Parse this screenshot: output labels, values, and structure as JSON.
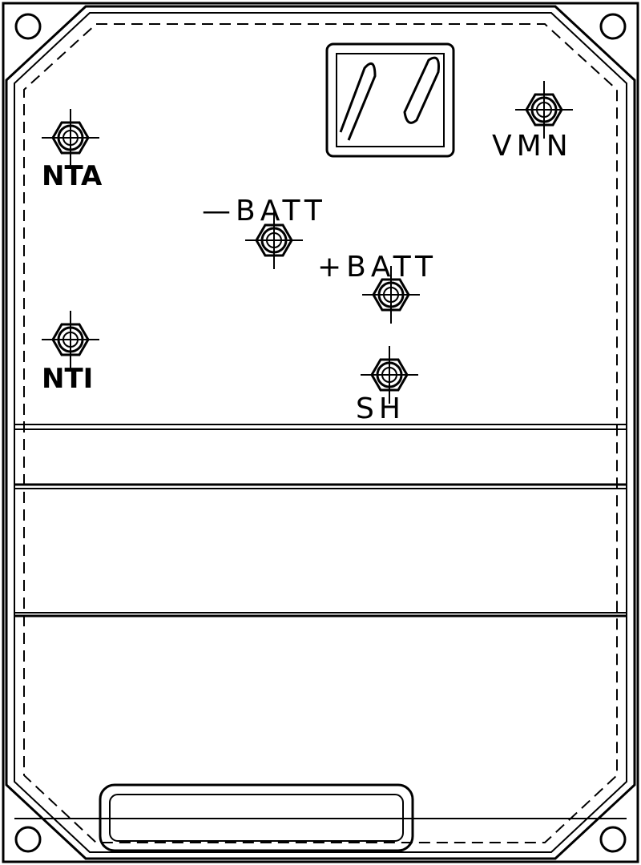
{
  "terminals": [
    {
      "id": "nta",
      "label": "NTA",
      "style": "bold"
    },
    {
      "id": "vmn",
      "label": "VMN",
      "style": "thin"
    },
    {
      "id": "batt-neg",
      "label": "—BATT",
      "style": "thin"
    },
    {
      "id": "batt-pos",
      "label": "+BATT",
      "style": "thin"
    },
    {
      "id": "nti",
      "label": "NTI",
      "style": "bold"
    },
    {
      "id": "sh",
      "label": "SH",
      "style": "thin"
    }
  ]
}
